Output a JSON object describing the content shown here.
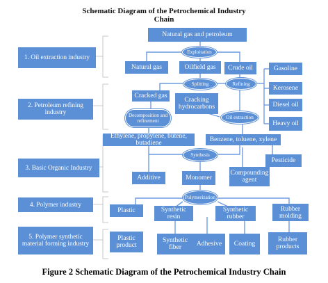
{
  "title": "Schematic Diagram of the Petrochemical Industry Chain",
  "caption": "Figure 2 Schematic Diagram of the Petrochemical Industry Chain",
  "stages": [
    "1. Oil extraction industry",
    "2. Petroleum refining industry",
    "3. Basic Organic Industry",
    "4. Polymer industry",
    "5. Polymer synthetic material forming industry"
  ],
  "nodes": {
    "natural_gas_petroleum": "Natural gas and petroleum",
    "natural_gas": "Natural gas",
    "oilfield_gas": "Oilfield gas",
    "crude_oil": "Crude oil",
    "gasoline": "Gasoline",
    "kerosene": "Kerosene",
    "diesel_oil": "Diesel oil",
    "heavy_oil": "Heavy oil",
    "cracked_gas": "Cracked gas",
    "cracking_hydrocarbons": "Cracking hydrocarbons",
    "ethylene_group": "Ethylene, propylene, butene, butadiene",
    "btx": "Benzene, toluene, xylene",
    "additive": "Additive",
    "monomer": "Monomer",
    "compounding_agent": "Compounding agent",
    "pesticide": "Pesticide",
    "plastic": "Plastic",
    "synthetic_resin": "Synthetic resin",
    "synthetic_rubber": "Synthetic rubber",
    "rubber_molding": "Rubber molding",
    "plastic_product": "Plastic product",
    "synthetic_fiber": "Synthetic fiber",
    "adhesive": "Adhesive",
    "coating": "Coating",
    "rubber_products": "Rubber products"
  },
  "processes": {
    "exploitation": "Exploitation",
    "splitting": "Splitting",
    "refining": "Refining",
    "decomposition": "Decomposition and refinement",
    "oil_extraction": "Oil extraction",
    "synthesis": "Synthesis",
    "polymerization": "Polymerization"
  },
  "colors": {
    "box": "#5b8fd6",
    "line": "#6b9be0",
    "bracket": "#c9c9c9"
  }
}
